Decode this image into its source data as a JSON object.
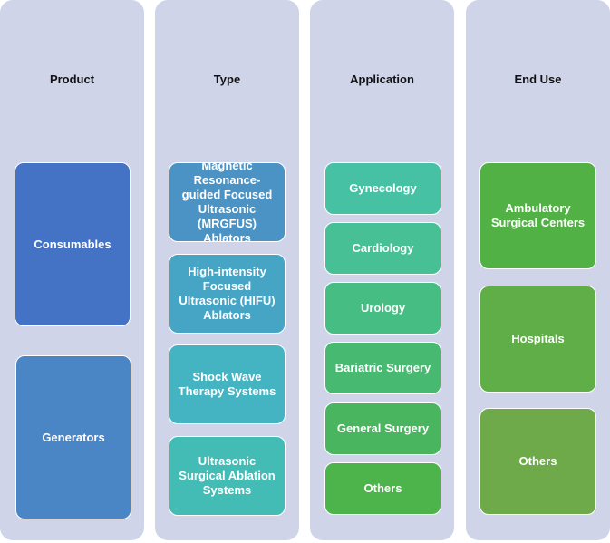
{
  "columns": [
    {
      "title": "Product",
      "items": [
        {
          "label": "Consumables",
          "color": "#4472c4"
        },
        {
          "label": "Generators",
          "color": "#4a85c6"
        }
      ]
    },
    {
      "title": "Type",
      "items": [
        {
          "label": "Magnetic Resonance-guided Focused Ultrasonic (MRGFUS) Ablators",
          "color": "#4a93c4"
        },
        {
          "label": "High-intensity Focused Ultrasonic (HIFU) Ablators",
          "color": "#46a4c4"
        },
        {
          "label": "Shock Wave Therapy Systems",
          "color": "#44b4c2"
        },
        {
          "label": "Ultrasonic Surgical Ablation Systems",
          "color": "#42bcb5"
        }
      ]
    },
    {
      "title": "Application",
      "items": [
        {
          "label": "Gynecology",
          "color": "#47c1a4"
        },
        {
          "label": "Cardiology",
          "color": "#46c094"
        },
        {
          "label": "Urology",
          "color": "#46bd83"
        },
        {
          "label": "Bariatric Surgery",
          "color": "#47b971"
        },
        {
          "label": "General Surgery",
          "color": "#4ab55f"
        },
        {
          "label": "Others",
          "color": "#4db34b"
        }
      ]
    },
    {
      "title": "End Use",
      "items": [
        {
          "label": "Ambulatory Surgical Centers",
          "color": "#52b145"
        },
        {
          "label": "Hospitals",
          "color": "#60ae47"
        },
        {
          "label": "Others",
          "color": "#6ea94a"
        }
      ]
    }
  ]
}
